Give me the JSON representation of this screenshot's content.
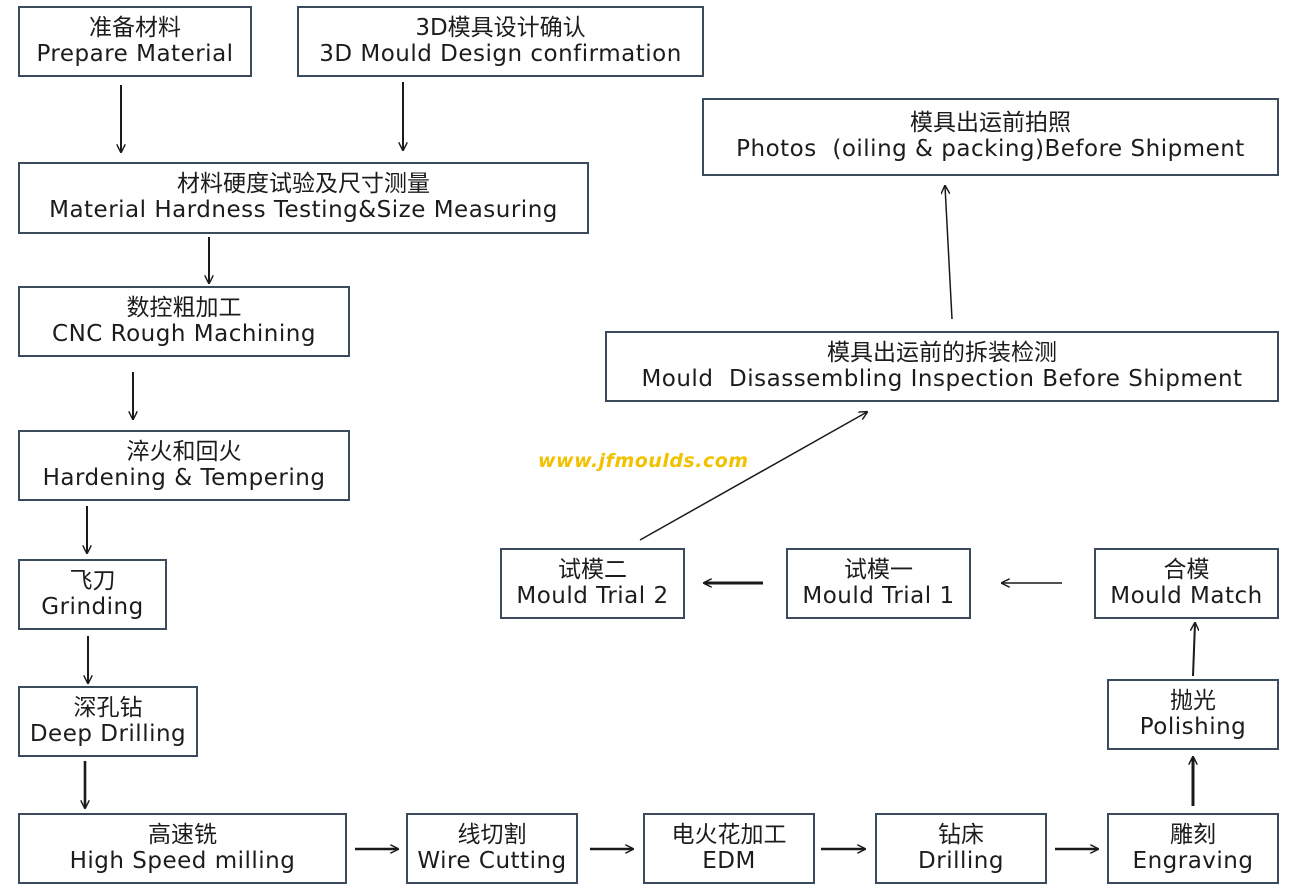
{
  "watermark": "www.jfmoulds.com",
  "steps": {
    "prepare": {
      "zh": "准备材料",
      "en": "Prepare Material"
    },
    "design": {
      "zh": "3D模具设计确认",
      "en": "3D Mould Design confirmation"
    },
    "hardness": {
      "zh": "材料硬度试验及尺寸测量",
      "en": "Material Hardness Testing&Size Measuring"
    },
    "cnc": {
      "zh": "数控粗加工",
      "en": "CNC Rough Machining"
    },
    "hardening": {
      "zh": "淬火和回火",
      "en": "Hardening & Tempering"
    },
    "grinding": {
      "zh": "飞刀",
      "en": "Grinding"
    },
    "deep_drilling": {
      "zh": "深孔钻",
      "en": "Deep Drilling"
    },
    "hs_milling": {
      "zh": "高速铣",
      "en": "High Speed milling"
    },
    "wire_cutting": {
      "zh": "线切割",
      "en": "Wire Cutting"
    },
    "edm": {
      "zh": "电火花加工",
      "en": "EDM"
    },
    "drilling": {
      "zh": "钻床",
      "en": "Drilling"
    },
    "engraving": {
      "zh": "雕刻",
      "en": "Engraving"
    },
    "polishing": {
      "zh": "抛光",
      "en": "Polishing"
    },
    "mould_match": {
      "zh": "合模",
      "en": "Mould Match"
    },
    "trial1": {
      "zh": "试模一",
      "en": "Mould Trial 1"
    },
    "trial2": {
      "zh": "试模二",
      "en": "Mould Trial 2"
    },
    "inspection": {
      "zh": "模具出运前的拆装检测",
      "en": "Mould  Disassembling Inspection Before Shipment"
    },
    "photos": {
      "zh": "模具出运前拍照",
      "en": "Photos  (oiling & packing)Before Shipment"
    }
  }
}
